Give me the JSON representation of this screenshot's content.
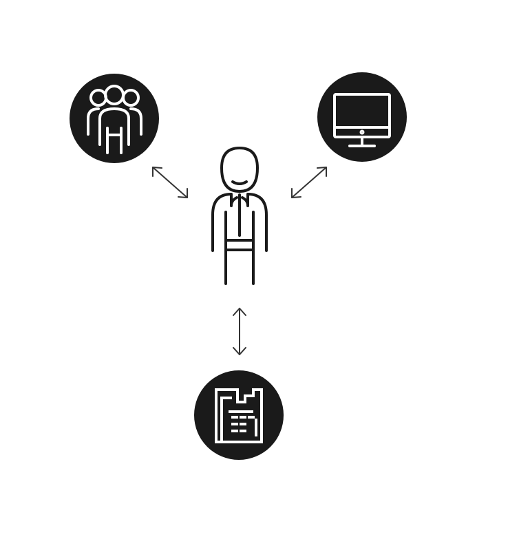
{
  "diagram": {
    "background": "#ffffff",
    "circle_fill": "#1a1a1a",
    "icon_stroke": "#ffffff",
    "figure_stroke": "#1a1a1a",
    "arrow_stroke": "#333333",
    "nodes": [
      {
        "id": "people",
        "icon": "people-group-icon"
      },
      {
        "id": "computer",
        "icon": "desktop-monitor-icon"
      },
      {
        "id": "building",
        "icon": "building-icon"
      }
    ],
    "center": {
      "icon": "person-icon"
    },
    "connections": [
      {
        "from": "center",
        "to": "people",
        "style": "double-arrow"
      },
      {
        "from": "center",
        "to": "computer",
        "style": "double-arrow"
      },
      {
        "from": "center",
        "to": "building",
        "style": "double-arrow"
      }
    ]
  }
}
